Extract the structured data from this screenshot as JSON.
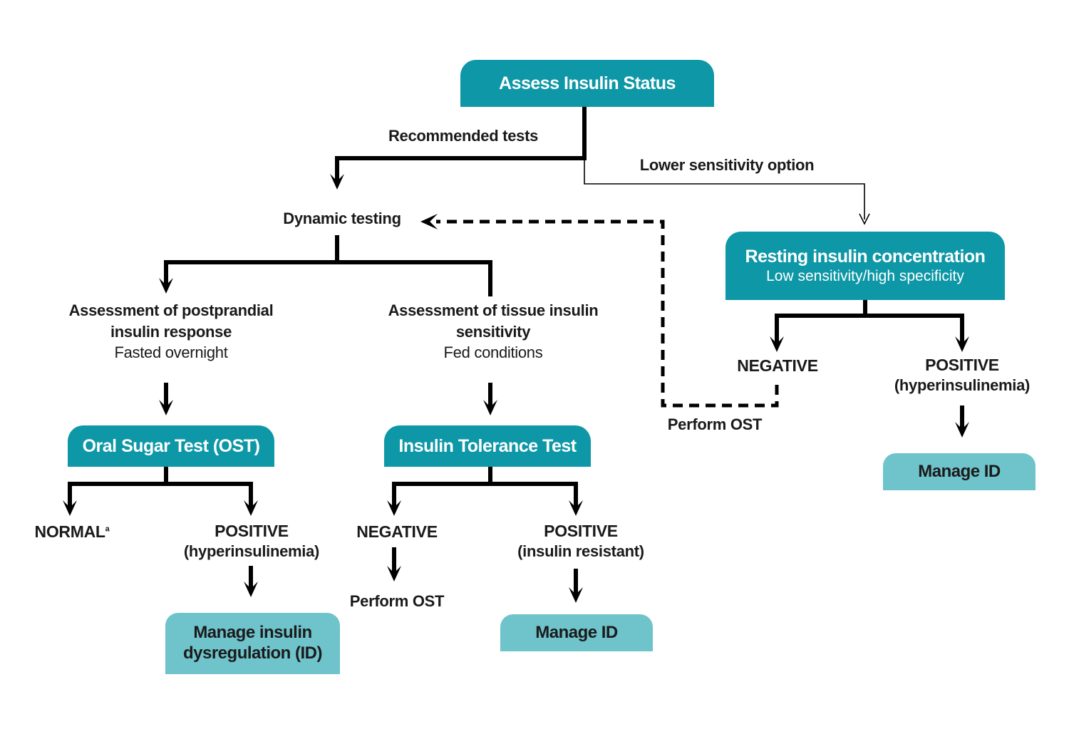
{
  "nodes": {
    "assess": "Assess Insulin Status",
    "recommended": "Recommended tests",
    "lower_option": "Lower sensitivity option",
    "dynamic": "Dynamic testing",
    "resting_title": "Resting insulin concentration",
    "resting_sub": "Low sensitivity/high specificity",
    "postprandial_title": "Assessment of postprandial insulin response",
    "postprandial_sub": "Fasted overnight",
    "tissue_title": "Assessment of tissue insulin sensitivity",
    "tissue_sub": "Fed conditions",
    "ost": "Oral Sugar Test (OST)",
    "itt": "Insulin Tolerance Test",
    "resting_negative": "NEGATIVE",
    "resting_positive": "POSITIVE",
    "resting_positive_sub": "(hyperinsulinemia)",
    "resting_perform": "Perform OST",
    "resting_manage": "Manage ID",
    "ost_normal": "NORMAL",
    "ost_normal_sup": "a",
    "ost_positive": "POSITIVE",
    "ost_positive_sub": "(hyperinsulinemia)",
    "ost_manage": "Manage insulin dysregulation (ID)",
    "itt_negative": "NEGATIVE",
    "itt_perform": "Perform OST",
    "itt_positive": "POSITIVE",
    "itt_positive_sub": "(insulin resistant)",
    "itt_manage": "Manage ID"
  },
  "colors": {
    "dark_box": "#0e97a6",
    "light_box": "#6fc3cb",
    "line": "#000000"
  }
}
